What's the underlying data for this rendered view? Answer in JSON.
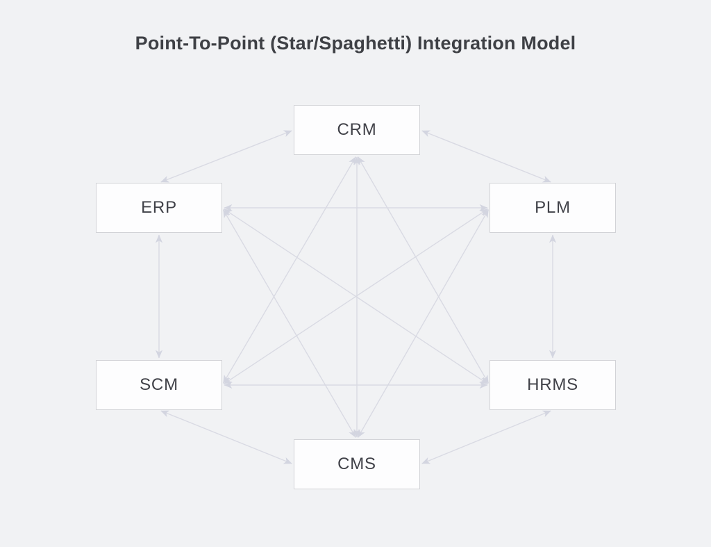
{
  "title": "Point-To-Point (Star/Spaghetti) Integration Model",
  "diagram": {
    "nodes": [
      {
        "id": "CRM",
        "label": "CRM"
      },
      {
        "id": "ERP",
        "label": "ERP"
      },
      {
        "id": "PLM",
        "label": "PLM"
      },
      {
        "id": "SCM",
        "label": "SCM"
      },
      {
        "id": "HRMS",
        "label": "HRMS"
      },
      {
        "id": "CMS",
        "label": "CMS"
      }
    ],
    "edges": [
      {
        "from": "CRM",
        "to": "ERP"
      },
      {
        "from": "CRM",
        "to": "PLM"
      },
      {
        "from": "CRM",
        "to": "SCM"
      },
      {
        "from": "CRM",
        "to": "HRMS"
      },
      {
        "from": "CRM",
        "to": "CMS"
      },
      {
        "from": "ERP",
        "to": "PLM"
      },
      {
        "from": "ERP",
        "to": "SCM"
      },
      {
        "from": "ERP",
        "to": "HRMS"
      },
      {
        "from": "ERP",
        "to": "CMS"
      },
      {
        "from": "PLM",
        "to": "SCM"
      },
      {
        "from": "PLM",
        "to": "HRMS"
      },
      {
        "from": "PLM",
        "to": "CMS"
      },
      {
        "from": "SCM",
        "to": "HRMS"
      },
      {
        "from": "SCM",
        "to": "CMS"
      },
      {
        "from": "HRMS",
        "to": "CMS"
      }
    ],
    "arrow_style": "bidirectional",
    "colors": {
      "background": "#f1f2f4",
      "box_fill": "#fdfdfe",
      "box_border": "#d2d3d7",
      "line": "#d9dae3",
      "arrow": "#d3d5e0",
      "title_text": "#3e4045",
      "label_text": "#404148"
    }
  }
}
